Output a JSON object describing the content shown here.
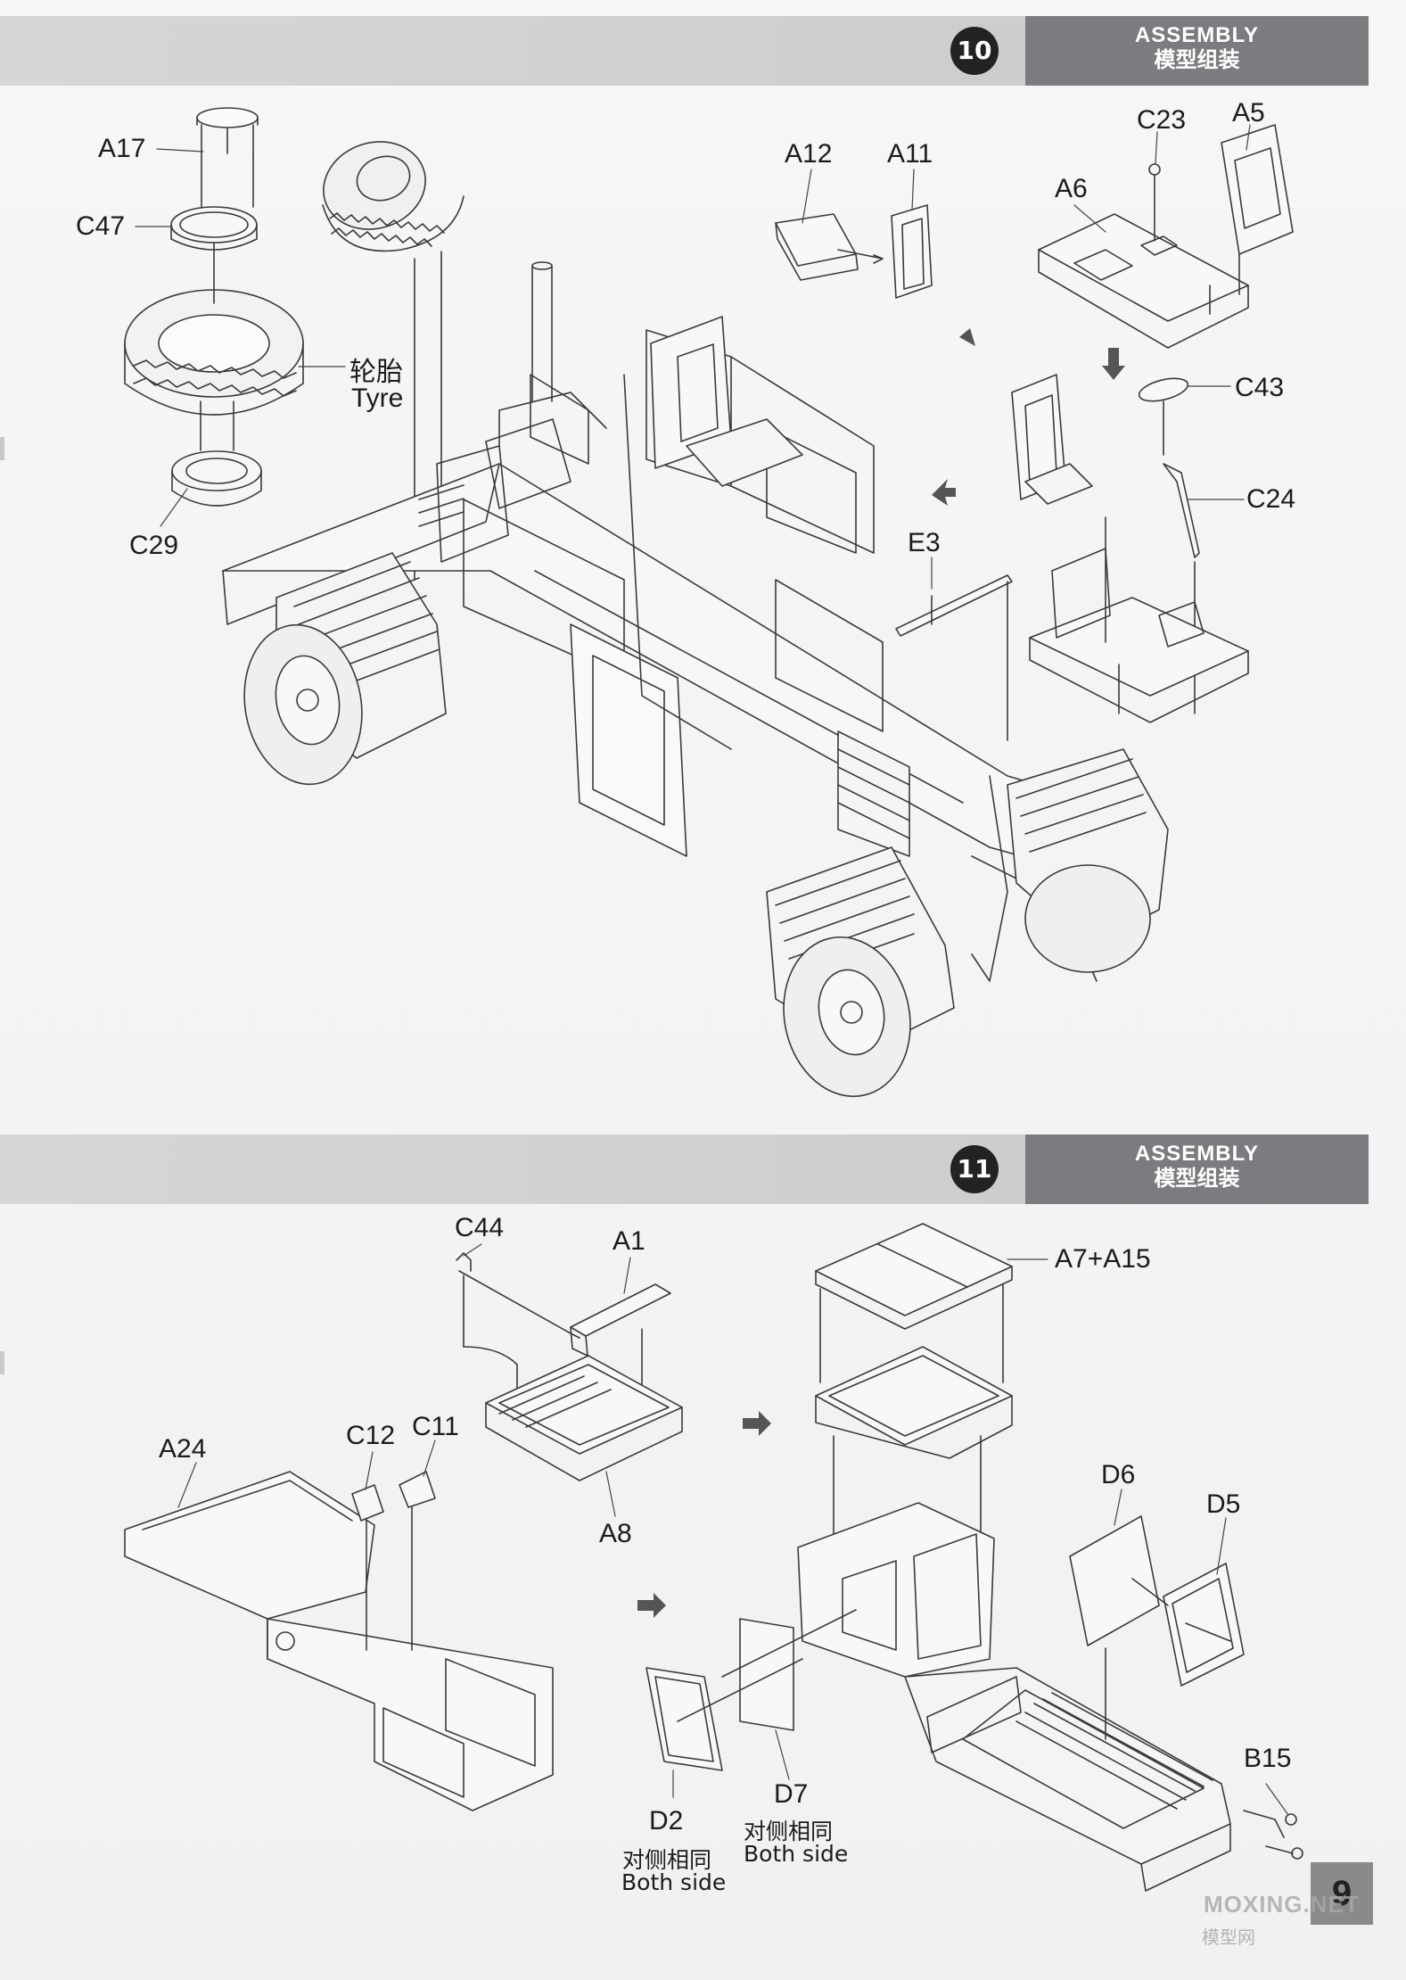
{
  "step10": {
    "number": "10",
    "tag_en": "ASSEMBLY",
    "tag_zh": "模型组装",
    "labels": {
      "a17": "A17",
      "c47": "C47",
      "tyre_zh": "轮胎",
      "tyre_en": "Tyre",
      "c29": "C29",
      "a12": "A12",
      "a11": "A11",
      "c23": "C23",
      "a5": "A5",
      "a6": "A6",
      "c43": "C43",
      "c24": "C24",
      "e3": "E3"
    }
  },
  "step11": {
    "number": "11",
    "tag_en": "ASSEMBLY",
    "tag_zh": "模型组装",
    "labels": {
      "c44": "C44",
      "a1": "A1",
      "a7a15": "A7+A15",
      "a8": "A8",
      "a24": "A24",
      "c12": "C12",
      "c11": "C11",
      "d6": "D6",
      "d5": "D5",
      "b15": "B15",
      "d2": "D2",
      "d2_zh": "对侧相同",
      "d2_en": "Both side",
      "d7": "D7",
      "d7_zh": "对侧相同",
      "d7_en": "Both side"
    }
  },
  "footer": {
    "page_number": "9",
    "watermark": "MOXING.NET",
    "watermark_zh": "模型网"
  },
  "colors": {
    "bar": "#d2d2d4",
    "tag": "#7c7c80",
    "line": "#3a3a3a"
  }
}
